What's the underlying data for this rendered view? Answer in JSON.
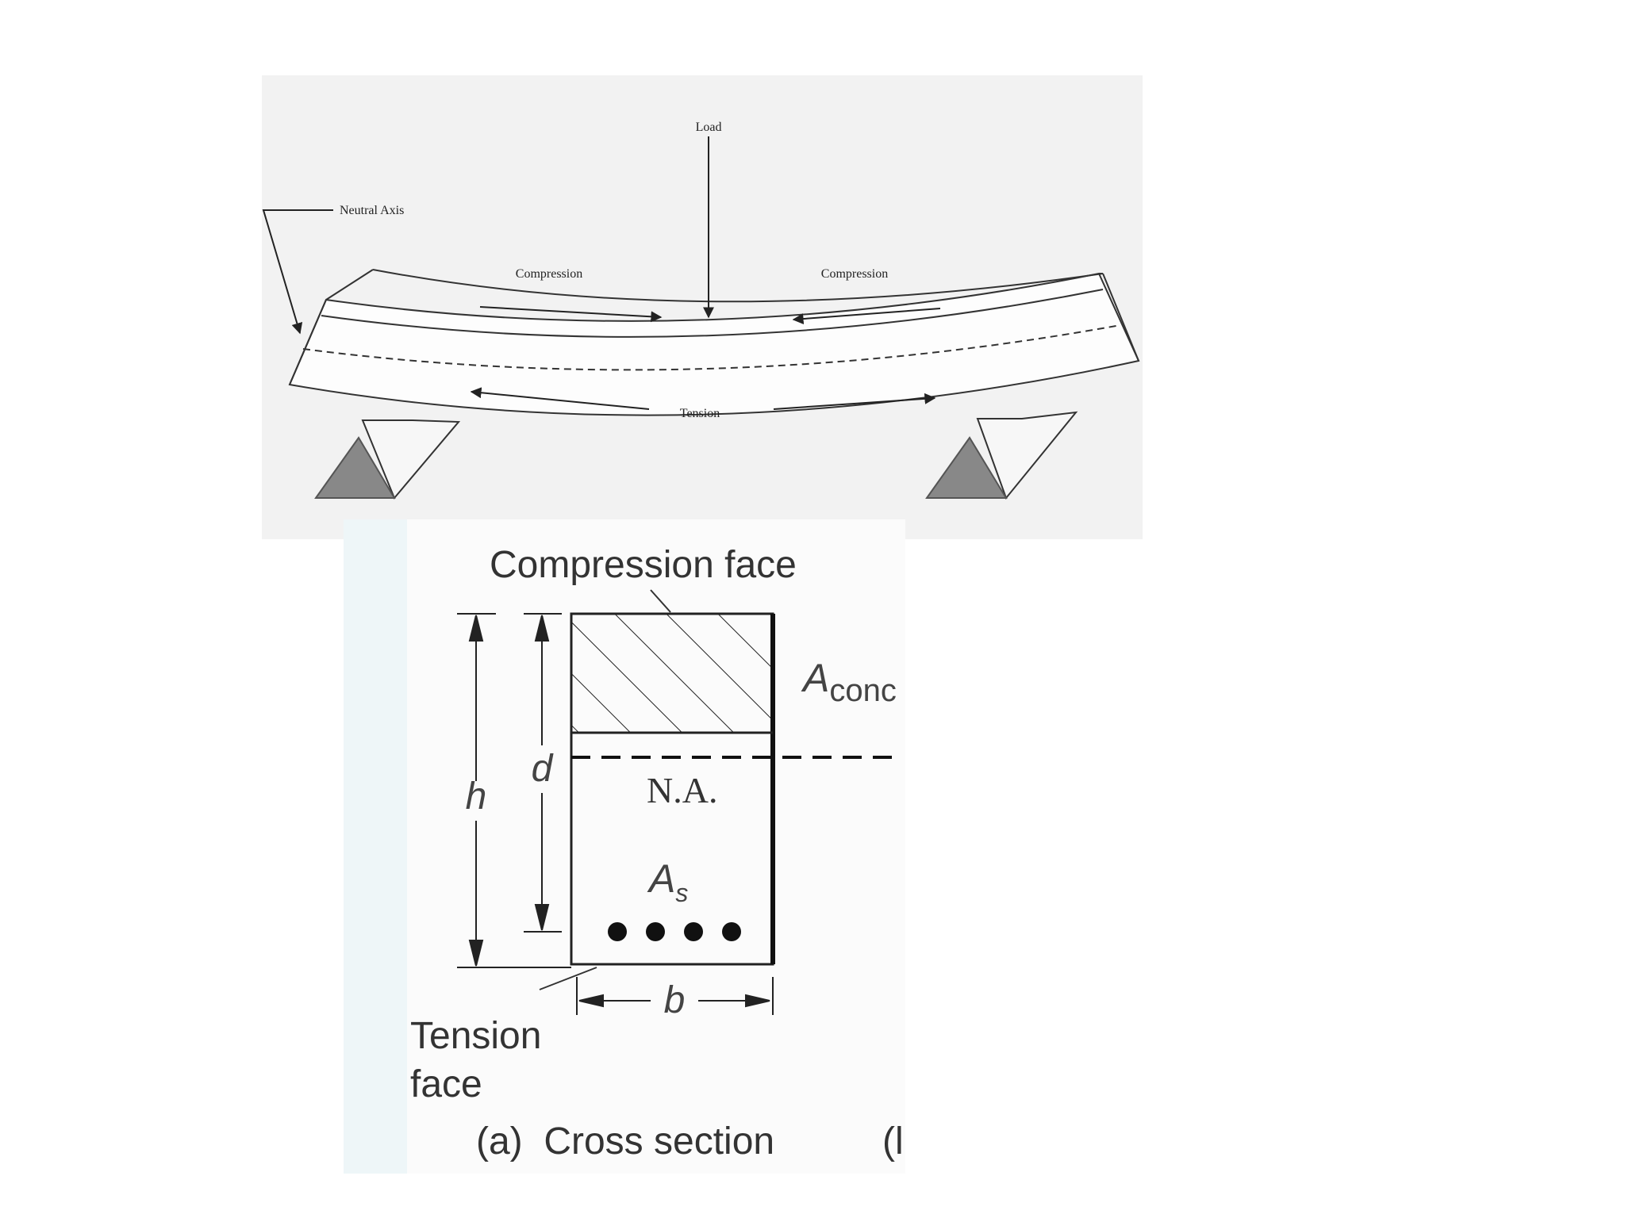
{
  "beam": {
    "load": "Load",
    "neutral_axis": "Neutral Axis",
    "compression_left": "Compression",
    "compression_right": "Compression",
    "tension": "Tension"
  },
  "section": {
    "compression_face": "Compression face",
    "a_conc": "A",
    "a_conc_sub": "conc",
    "na": "N.A.",
    "h": "h",
    "d": "d",
    "b": "b",
    "as": "A",
    "as_sub": "s",
    "tension_face_line1": "Tension",
    "tension_face_line2": "face",
    "caption": "(a)  Cross section",
    "caption_cut": "(l"
  },
  "colors": {
    "beam_panel_bg": "#f2f2f2",
    "section_panel_bg": "#fbfbfb",
    "left_strip": "#eef6f8",
    "ink": "#222222",
    "support_fill": "#888888"
  }
}
